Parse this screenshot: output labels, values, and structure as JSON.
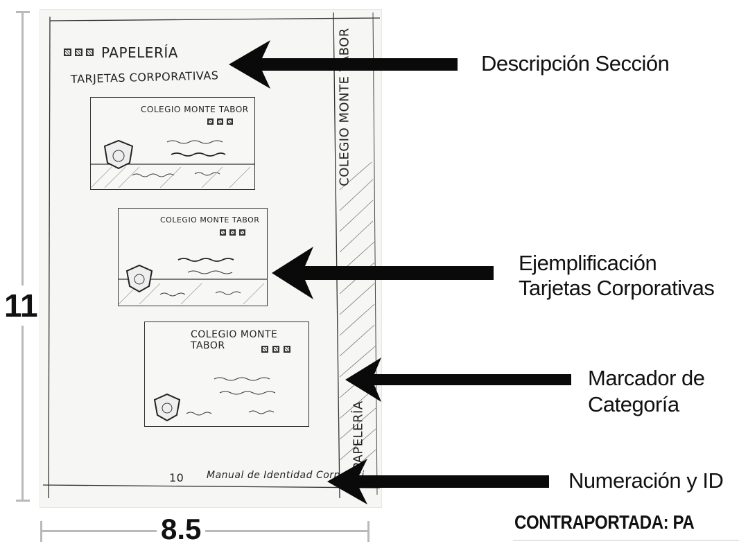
{
  "dimensions": {
    "height_label": "11",
    "width_label": "8.5"
  },
  "sketch": {
    "section_title": "PAPELERÍA",
    "section_subtitle": "TARJETAS CORPORATIVAS",
    "sidebar_top_text": "COLEGIO MONTE TABOR",
    "sidebar_bottom_text": "PAPELERÍA",
    "footer_page_number": "10",
    "footer_manual": "Manual de Identidad Corporati",
    "cards": [
      {
        "school_name": "COLEGIO MONTE TABOR"
      },
      {
        "school_name": "COLEGIO MONTE TABOR"
      },
      {
        "school_name": "COLEGIO MONTE TABOR"
      }
    ]
  },
  "callouts": {
    "section_description": "Descripción Sección",
    "example_line1": "Ejemplificación",
    "example_line2": "Tarjetas Corporativas",
    "marker_line1": "Marcador de",
    "marker_line2": "Categoría",
    "numbering": "Numeración y ID"
  },
  "bottom_heading": "CONTRAPORTADA: PA"
}
